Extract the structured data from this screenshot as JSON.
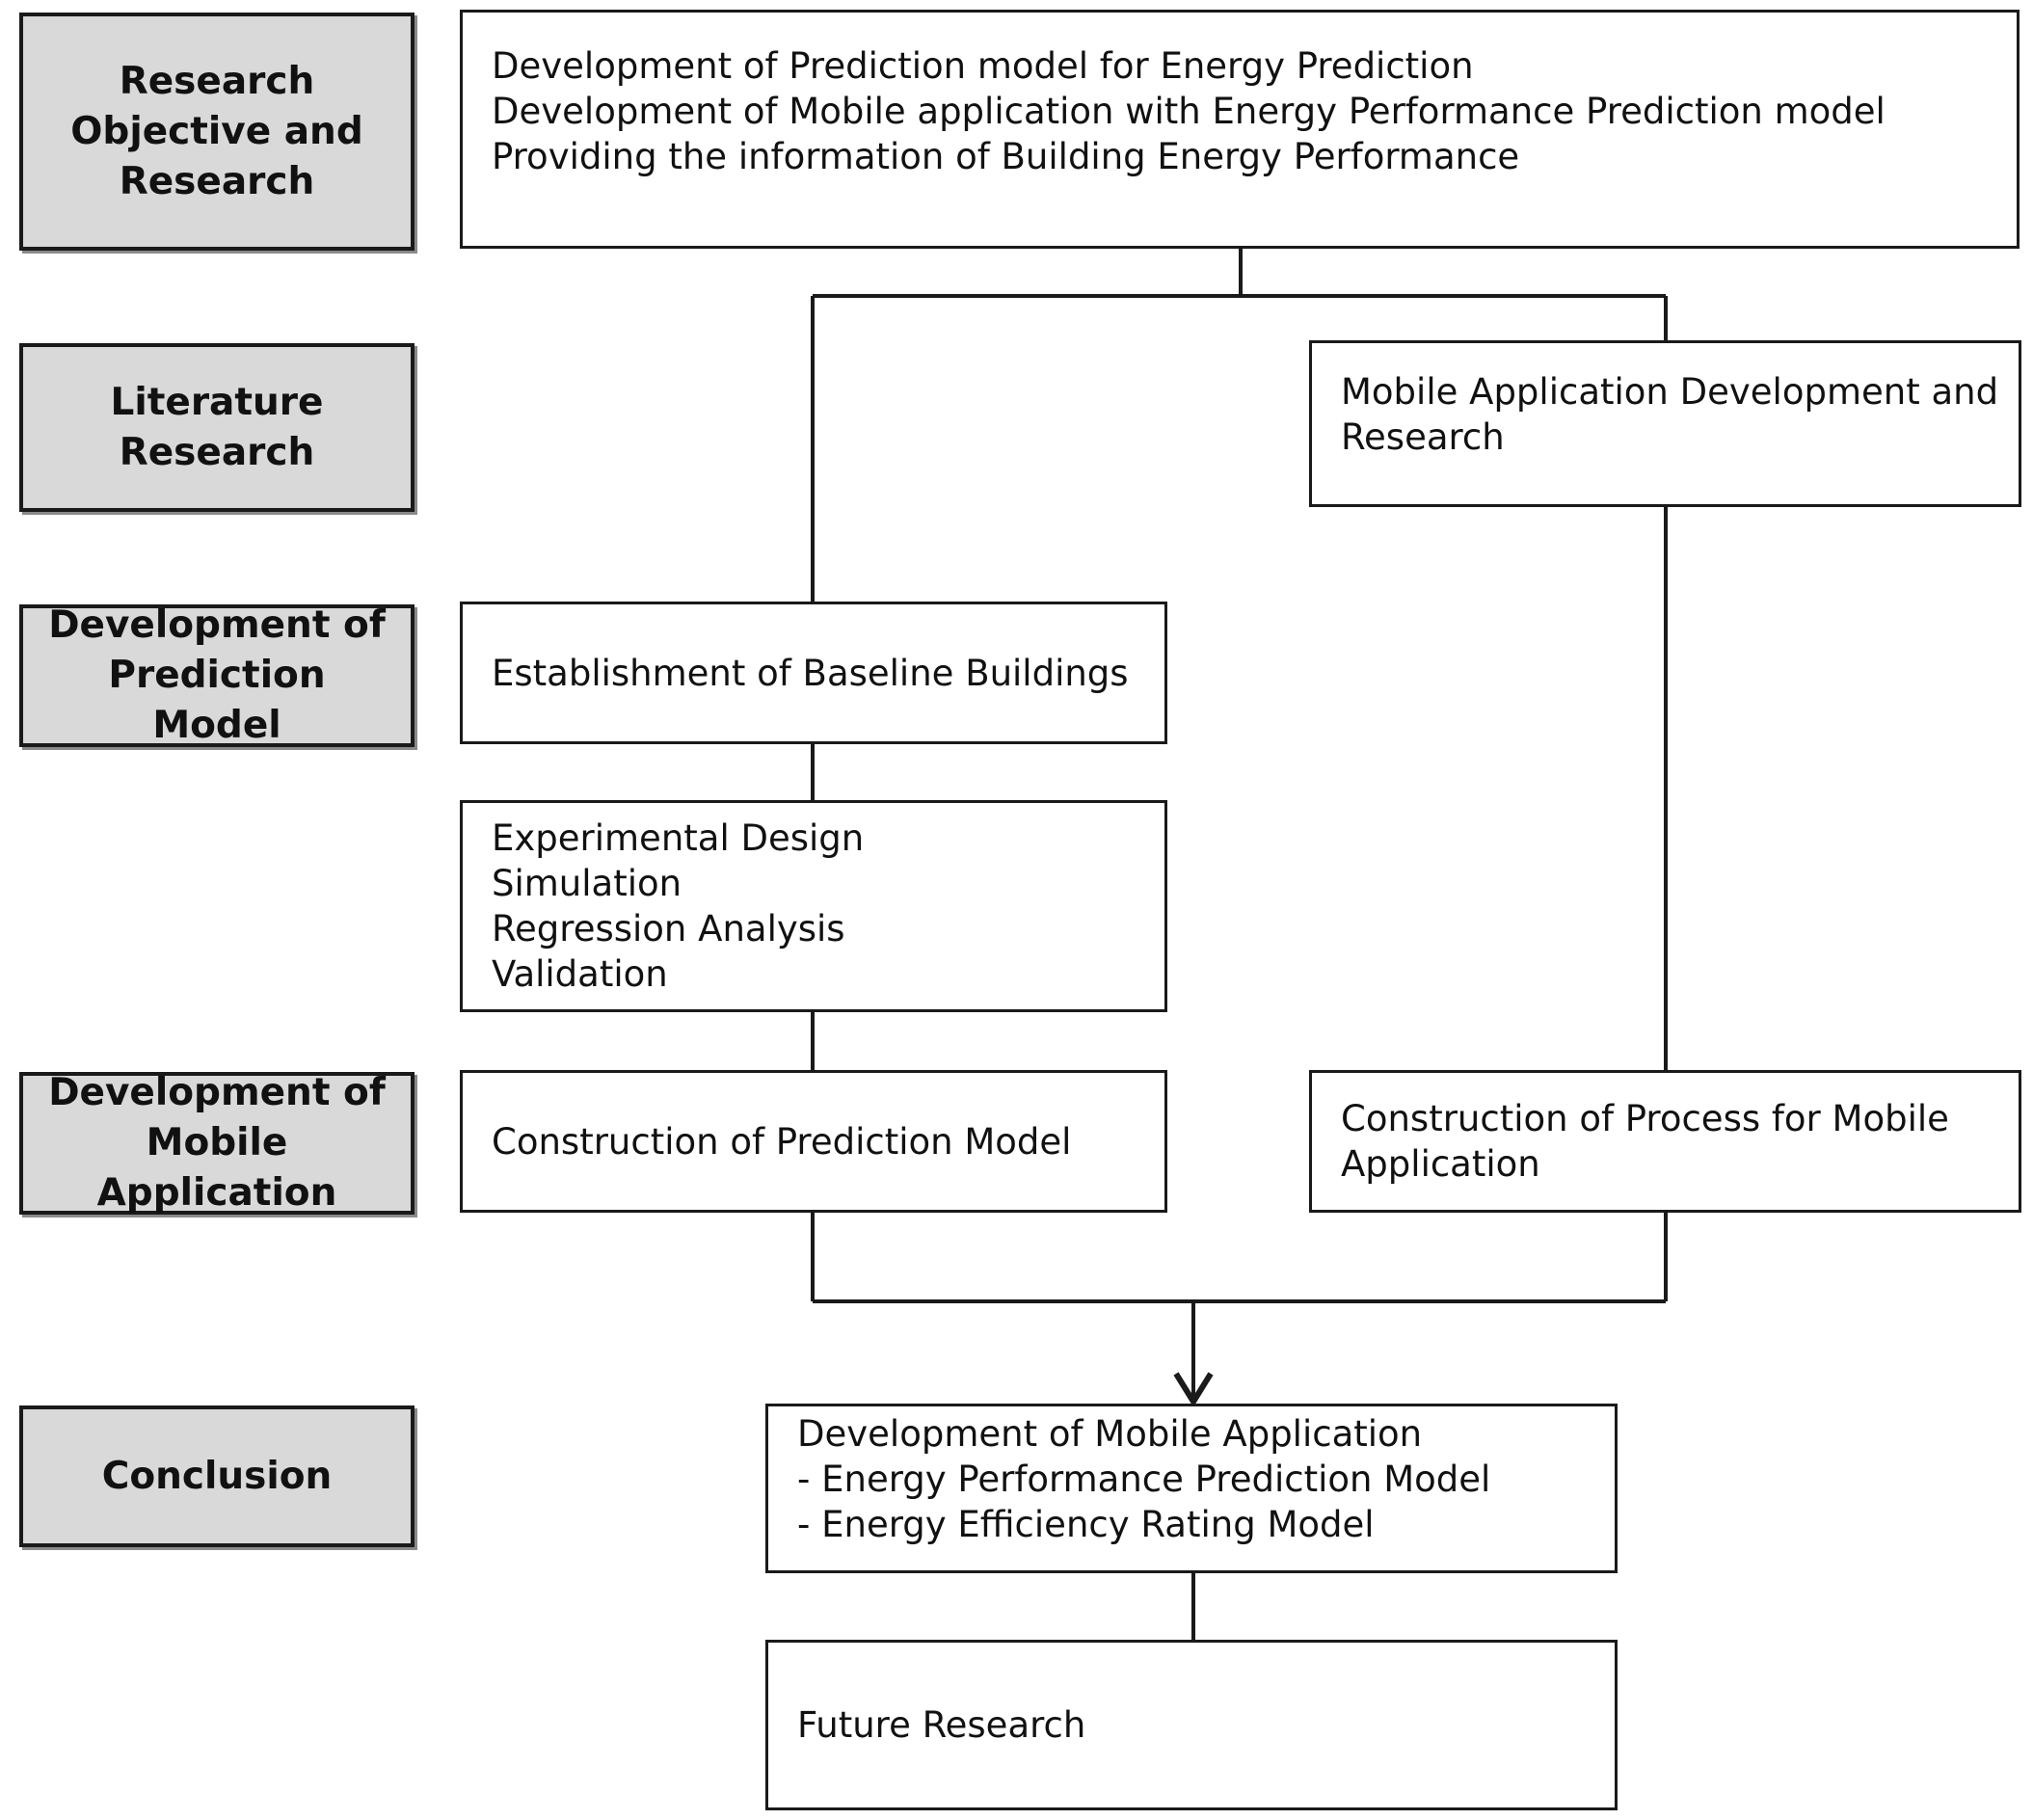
{
  "stages": [
    {
      "lines": [
        "Research",
        "Objective and",
        "Research"
      ]
    },
    {
      "lines": [
        "Literature",
        "Research"
      ]
    },
    {
      "lines": [
        "Development of",
        "Prediction",
        "Model"
      ]
    },
    {
      "lines": [
        "Development of",
        "Mobile",
        "Application"
      ]
    },
    {
      "lines": [
        "Conclusion"
      ]
    }
  ],
  "boxes": {
    "objective": [
      "Development of Prediction model for Energy Prediction",
      "Development of Mobile application with Energy Performance Prediction model",
      "Providing the information of Building Energy Performance"
    ],
    "mobile_app_research": "Mobile Application Development and Research",
    "baseline": "Establishment of Baseline Buildings",
    "methods": [
      "Experimental Design",
      "Simulation",
      "Regression Analysis",
      "Validation"
    ],
    "construction_model": "Construction of Prediction Model",
    "construction_process": "Construction of Process for Mobile Application",
    "conclusion": [
      "Development of Mobile Application",
      "- Energy Performance Prediction Model",
      "- Energy Efficiency Rating Model"
    ],
    "future": "Future Research"
  }
}
